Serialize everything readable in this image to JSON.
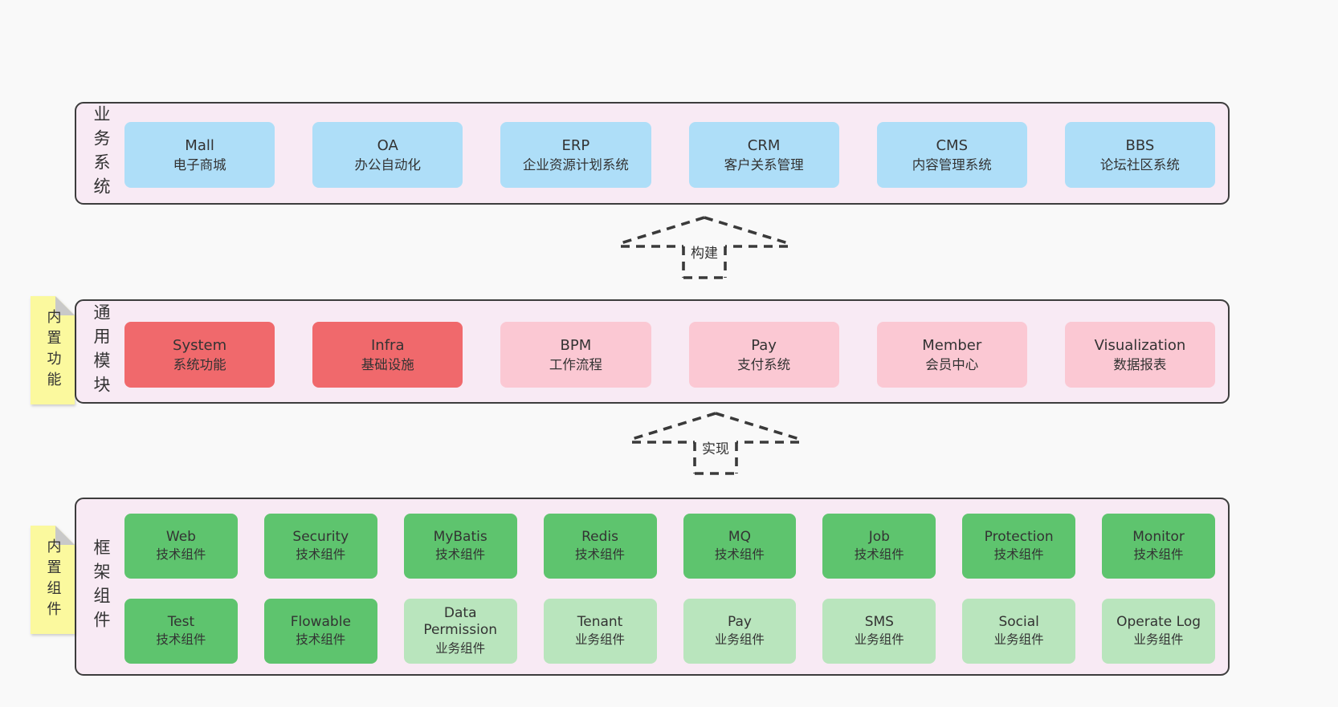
{
  "colors": {
    "blue": "#aedef8",
    "red": "#f0696c",
    "pink": "#fbc8d3",
    "green": "#5ec46e",
    "lightgreen": "#b9e5bd",
    "note": "#fbf99e",
    "layer_bg": "#f8eaf4",
    "border": "#3d3d3d"
  },
  "arrows": [
    {
      "label": "构建"
    },
    {
      "label": "实现"
    }
  ],
  "layers": [
    {
      "label": "业务系统",
      "note": "",
      "boxes_rows": [
        [
          {
            "title": "Mall",
            "subtitle": "电子商城",
            "variant": "blue"
          },
          {
            "title": "OA",
            "subtitle": "办公自动化",
            "variant": "blue"
          },
          {
            "title": "ERP",
            "subtitle": "企业资源计划系统",
            "variant": "blue"
          },
          {
            "title": "CRM",
            "subtitle": "客户关系管理",
            "variant": "blue"
          },
          {
            "title": "CMS",
            "subtitle": "内容管理系统",
            "variant": "blue"
          },
          {
            "title": "BBS",
            "subtitle": "论坛社区系统",
            "variant": "blue"
          }
        ]
      ]
    },
    {
      "label": "通用模块",
      "note": "内置功能",
      "boxes_rows": [
        [
          {
            "title": "System",
            "subtitle": "系统功能",
            "variant": "red"
          },
          {
            "title": "Infra",
            "subtitle": "基础设施",
            "variant": "red"
          },
          {
            "title": "BPM",
            "subtitle": "工作流程",
            "variant": "pink"
          },
          {
            "title": "Pay",
            "subtitle": "支付系统",
            "variant": "pink"
          },
          {
            "title": "Member",
            "subtitle": "会员中心",
            "variant": "pink"
          },
          {
            "title": "Visualization",
            "subtitle": "数据报表",
            "variant": "pink"
          }
        ]
      ]
    },
    {
      "label": "框架组件",
      "note": "内置组件",
      "boxes_rows": [
        [
          {
            "title": "Web",
            "subtitle": "技术组件",
            "variant": "green"
          },
          {
            "title": "Security",
            "subtitle": "技术组件",
            "variant": "green"
          },
          {
            "title": "MyBatis",
            "subtitle": "技术组件",
            "variant": "green"
          },
          {
            "title": "Redis",
            "subtitle": "技术组件",
            "variant": "green"
          },
          {
            "title": "MQ",
            "subtitle": "技术组件",
            "variant": "green"
          },
          {
            "title": "Job",
            "subtitle": "技术组件",
            "variant": "green"
          },
          {
            "title": "Protection",
            "subtitle": "技术组件",
            "variant": "green"
          },
          {
            "title": "Monitor",
            "subtitle": "技术组件",
            "variant": "green"
          }
        ],
        [
          {
            "title": "Test",
            "subtitle": "技术组件",
            "variant": "green"
          },
          {
            "title": "Flowable",
            "subtitle": "技术组件",
            "variant": "green"
          },
          {
            "title": "Data Permission",
            "subtitle": "业务组件",
            "variant": "lightgreen"
          },
          {
            "title": "Tenant",
            "subtitle": "业务组件",
            "variant": "lightgreen"
          },
          {
            "title": "Pay",
            "subtitle": "业务组件",
            "variant": "lightgreen"
          },
          {
            "title": "SMS",
            "subtitle": "业务组件",
            "variant": "lightgreen"
          },
          {
            "title": "Social",
            "subtitle": "业务组件",
            "variant": "lightgreen"
          },
          {
            "title": "Operate Log",
            "subtitle": "业务组件",
            "variant": "lightgreen"
          }
        ]
      ]
    }
  ]
}
